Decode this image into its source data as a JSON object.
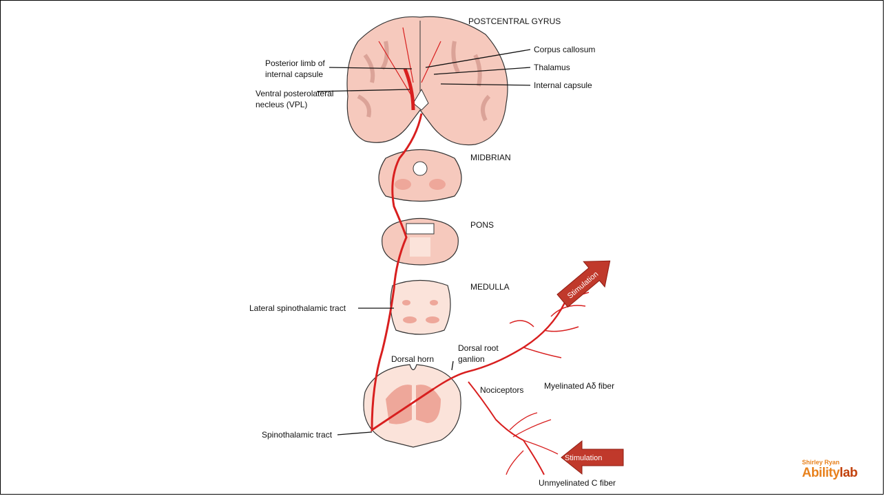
{
  "labels": {
    "postcentral_gyrus": "POSTCENTRAL GYRUS",
    "corpus_callosum": "Corpus callosum",
    "thalamus": "Thalamus",
    "internal_capsule": "Internal capsule",
    "posterior_limb_1": "Posterior limb of",
    "posterior_limb_2": "internal capsule",
    "vpl_1": "Ventral posterolateral",
    "vpl_2": "necleus (VPL)",
    "midbrain": "MIDBRIAN",
    "pons": "PONS",
    "medulla": "MEDULLA",
    "lateral_spinothalamic": "Lateral spinothalamic tract",
    "dorsal_horn": "Dorsal horn",
    "dorsal_root_1": "Dorsal root",
    "dorsal_root_2": "ganlion",
    "nociceptors": "Nociceptors",
    "myelinated": "Myelinated Aδ fiber",
    "spinothalamic": "Spinothalamic tract",
    "unmyelinated": "Unmyelinated C fiber",
    "stimulation_top": "Stimulation",
    "stimulation_bottom": "Stimulation"
  },
  "logo": {
    "line1": "Shirley Ryan",
    "line2a": "Ability",
    "line2b": "lab"
  },
  "colors": {
    "tissue": "#f6c9bd",
    "pink": "#eea79a",
    "pathway": "#d81f1f",
    "arrow": "#c0392b"
  }
}
